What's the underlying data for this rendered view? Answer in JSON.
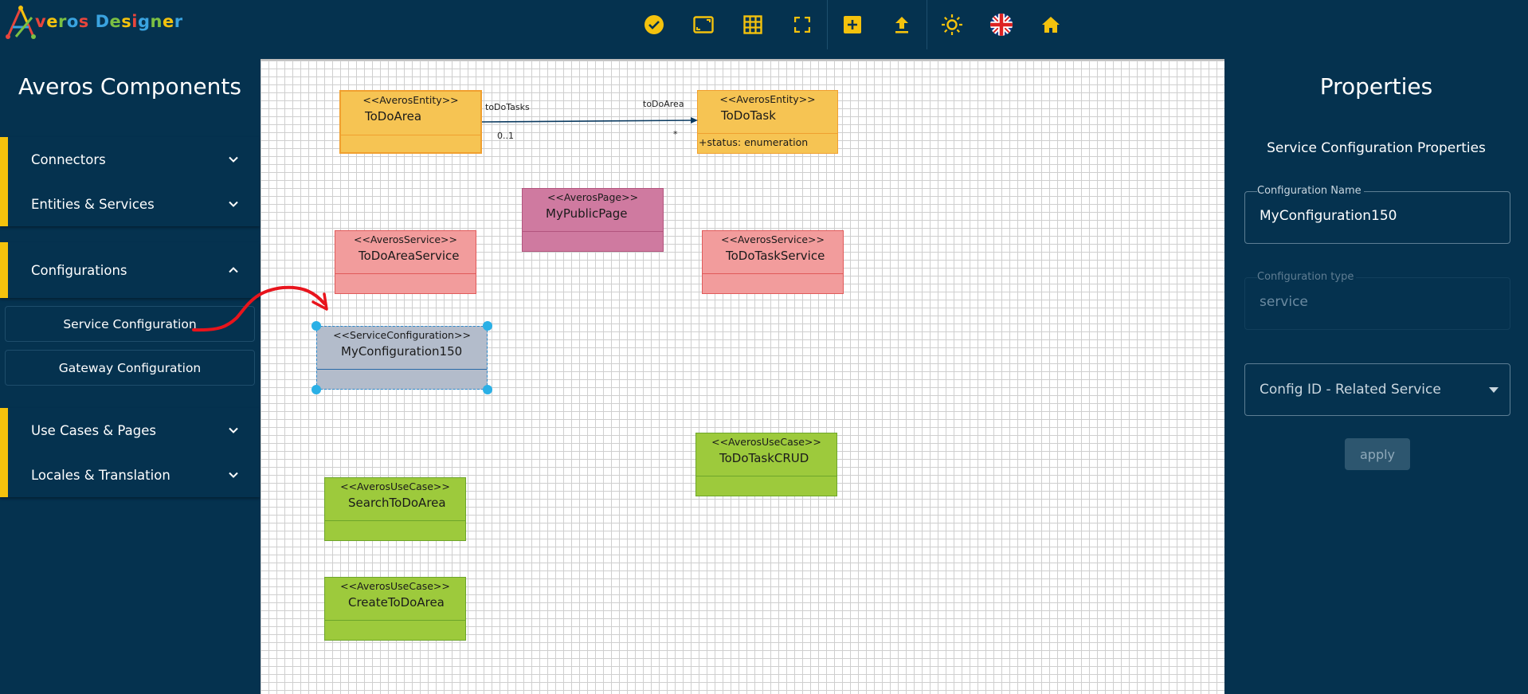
{
  "app": {
    "logo_text": "veros Designer",
    "logo_mark": "A"
  },
  "toolbar": {
    "icons": [
      "check-circle-icon",
      "fit-screen-icon",
      "grid-icon",
      "fullscreen-icon",
      "add-box-icon",
      "upload-icon",
      "brightness-icon",
      "uk-flag-icon",
      "home-icon"
    ],
    "accent": "#f4c20d"
  },
  "left_panel": {
    "title": "Averos Components",
    "groups": [
      {
        "label": "Connectors"
      },
      {
        "label": "Entities & Services"
      },
      {
        "label": "Configurations",
        "expanded": true,
        "items": [
          "Service Configuration",
          "Gateway Configuration"
        ]
      },
      {
        "label": "Use Cases & Pages"
      },
      {
        "label": "Locales & Translation"
      }
    ]
  },
  "canvas": {
    "elements": {
      "todoarea": {
        "stereotype": "<<AverosEntity>>",
        "name": "ToDoArea",
        "color": "#f6c453"
      },
      "todotask": {
        "stereotype": "<<AverosEntity>>",
        "name": "ToDoTask",
        "attribute": "+status: enumeration",
        "color": "#f6c453"
      },
      "mypublicpage": {
        "stereotype": "<<AverosPage>>",
        "name": "MyPublicPage",
        "color": "#cf7aa0"
      },
      "todoareaservice": {
        "stereotype": "<<AverosService>>",
        "name": "ToDoAreaService",
        "color": "#f29c9c"
      },
      "todotaskservice": {
        "stereotype": "<<AverosService>>",
        "name": "ToDoTaskService",
        "color": "#f29c9c"
      },
      "myconfiguration": {
        "stereotype": "<<ServiceConfiguration>>",
        "name": "MyConfiguration150",
        "color": "#b3bccb"
      },
      "todotaskcrud": {
        "stereotype": "<<AverosUseCase>>",
        "name": "ToDoTaskCRUD",
        "color": "#9dca3c"
      },
      "searchtodoarea": {
        "stereotype": "<<AverosUseCase>>",
        "name": "SearchToDoArea",
        "color": "#9dca3c"
      },
      "createtodoarea": {
        "stereotype": "<<AverosUseCase>>",
        "name": "CreateToDoArea",
        "color": "#9dca3c"
      }
    },
    "association": {
      "source_role": "toDoTasks",
      "source_mult": "0..1",
      "target_role": "toDoArea",
      "target_mult": "*"
    }
  },
  "right_panel": {
    "title": "Properties",
    "subtitle": "Service Configuration Properties",
    "config_name_label": "Configuration Name",
    "config_name_value": "MyConfiguration150",
    "config_type_label": "Configuration type",
    "config_type_value": "service",
    "related_service_placeholder": "Config ID - Related Service",
    "apply_label": "apply"
  }
}
